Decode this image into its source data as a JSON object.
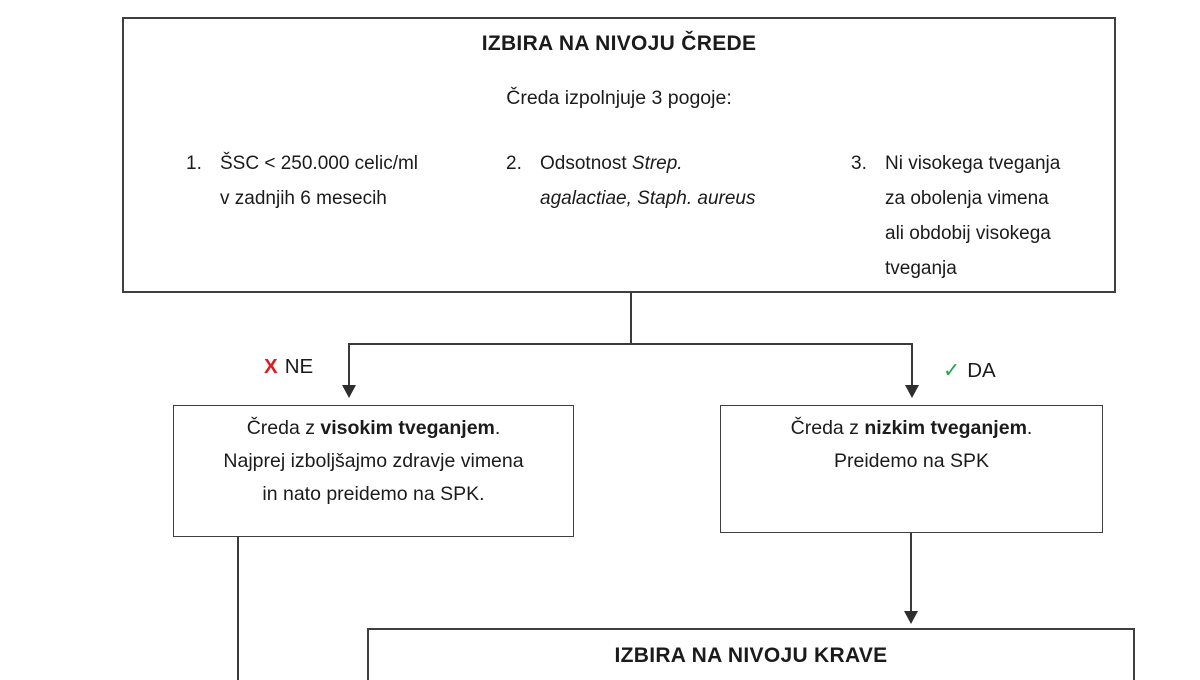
{
  "herd_box": {
    "title": "IZBIRA NA NIVOJU ČREDE",
    "subtitle": "Čreda izpolnjuje 3 pogoje:",
    "conditions": [
      {
        "num": "1.",
        "line1": "ŠSC < 250.000 celic/ml",
        "line2": "v zadnjih 6 mesecih"
      },
      {
        "num": "2.",
        "line1_regular": "Odsotnost ",
        "line1_italic": "Strep.",
        "line2_italic": "agalactiae, Staph. aureus"
      },
      {
        "num": "3.",
        "line1": "Ni visokega tveganja",
        "line2": "za obolenja vimena",
        "line3": "ali obdobij visokega",
        "line4": "tveganja"
      }
    ]
  },
  "branches": {
    "no": {
      "mark": "X",
      "label": "NE"
    },
    "yes": {
      "mark": "✓",
      "label": "DA"
    }
  },
  "high_risk_box": {
    "line1_prefix": "Čreda z ",
    "line1_bold": "visokim tveganjem",
    "line1_suffix": ".",
    "line2": "Najprej izboljšajmo zdravje vimena",
    "line3": "in nato preidemo na SPK."
  },
  "low_risk_box": {
    "line1_prefix": "Čreda z ",
    "line1_bold": "nizkim tveganjem",
    "line1_suffix": ".",
    "line2": "Preidemo na SPK"
  },
  "cow_box": {
    "title": "IZBIRA NA NIVOJU KRAVE"
  },
  "colors": {
    "box_border": "#3f3f3f",
    "connector": "#3a3a3a",
    "no_mark": "#e21b23",
    "yes_mark": "#22a550",
    "text": "#1b1b1b",
    "background": "#ffffff"
  }
}
